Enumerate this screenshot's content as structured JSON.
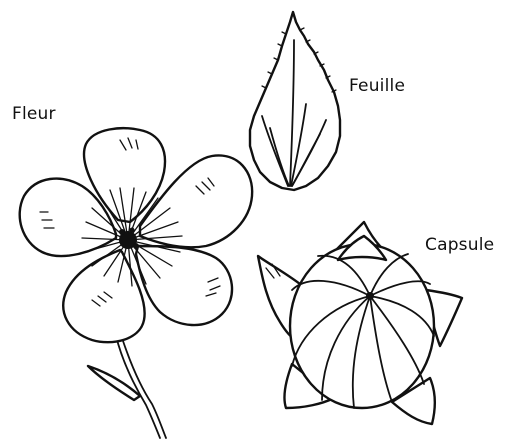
{
  "labels": {
    "flower": "Fleur",
    "leaf": "Feuille",
    "capsule": "Capsule"
  },
  "colors": {
    "ink": "#111111",
    "paper": "#ffffff"
  }
}
